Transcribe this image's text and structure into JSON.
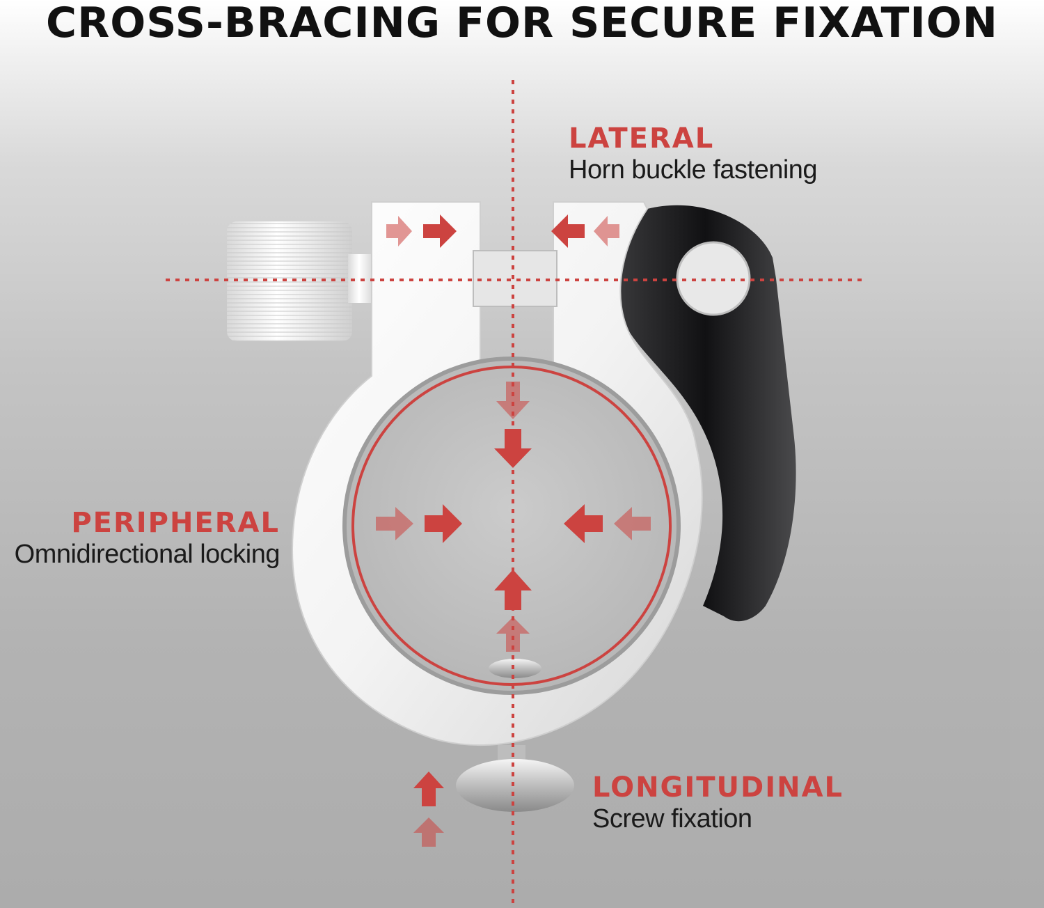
{
  "title": "CROSS-BRACING FOR SECURE FIXATION",
  "labels": {
    "lateral": {
      "heading": "LATERAL",
      "description": "Horn buckle fastening"
    },
    "peripheral": {
      "heading": "PERIPHERAL",
      "description": "Omnidirectional locking"
    },
    "longitudinal": {
      "heading": "LONGITUDINAL",
      "description": "Screw fixation"
    }
  },
  "colors": {
    "accent": "#cc4340",
    "text": "#1a1a1a",
    "clamp_lever": "#1e1e20",
    "clamp_body": "#f4f4f4"
  }
}
